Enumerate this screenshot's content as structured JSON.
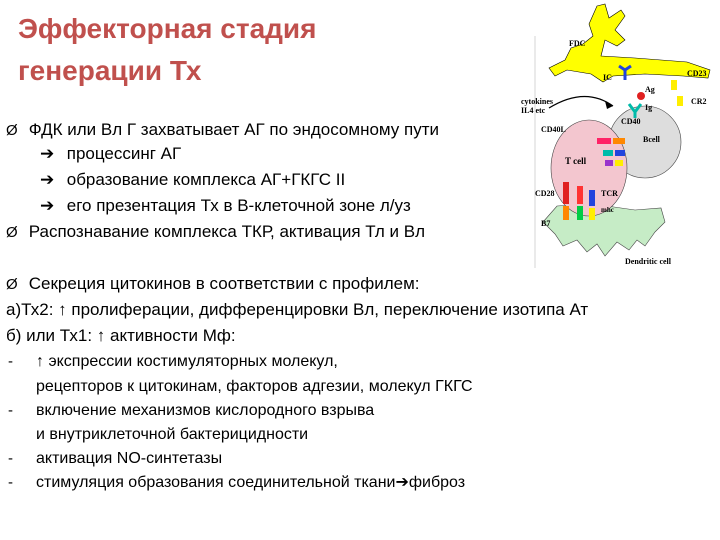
{
  "title": {
    "line1": "Эффекторная стадия",
    "line2": "генерации Тх"
  },
  "bullets": {
    "marker": "Ø",
    "arrow": "➔",
    "up": "↑",
    "b1": "ФДК или Вл Г захватывает АГ по эндосомному пути",
    "b1_sub1": "процессинг АГ",
    "b1_sub2": "образование комплекса АГ+ГКГС II",
    "b1_sub3": "его презентация Тх в В-клеточной зоне л/уз",
    "b2": "Распознавание комплекса ТКР, активация Тл и Вл",
    "b3": "Секреция цитокинов в соответствии с профилем:",
    "a_pre": "а)Тх2: ",
    "a_post": " пролиферации, дифференцировки Вл, переключение изотипа Ат",
    "b_pre": "б) или Тх1: ",
    "b_post": " активности Мф:",
    "dash": "-",
    "d1": " экспрессии костимуляторных молекул,",
    "d1_cont": "рецепторов к цитокинам, факторов адгезии, молекул ГКГС",
    "d2": "включение механизмов кислородного взрыва",
    "d2_cont": "и внутриклеточной бактерицидности",
    "d3": "активация NO-синтетазы",
    "d4": "стимуляция образования соединительной ткани",
    "d4_end": "фиброз"
  },
  "diagram": {
    "fdc": "FDC",
    "ic": "IC",
    "ag": "Ag",
    "cd23": "CD23",
    "cr2": "CR2",
    "cytokines1": "cytokines",
    "cytokines2": "IL4 etc",
    "ig": "Ig",
    "cd40l": "CD40L",
    "cd40": "CD40",
    "bcell": "Bcell",
    "tcell": "T cell",
    "cd28": "CD28",
    "tcr": "TCR",
    "mhc": "mhc",
    "b7": "B7",
    "dendritic": "Dendritic cell"
  },
  "colors": {
    "title": "#c0504d",
    "fdc": "#ffff00",
    "cell_gray": "#dddddd",
    "cell_pink": "#f3c6cf"
  }
}
